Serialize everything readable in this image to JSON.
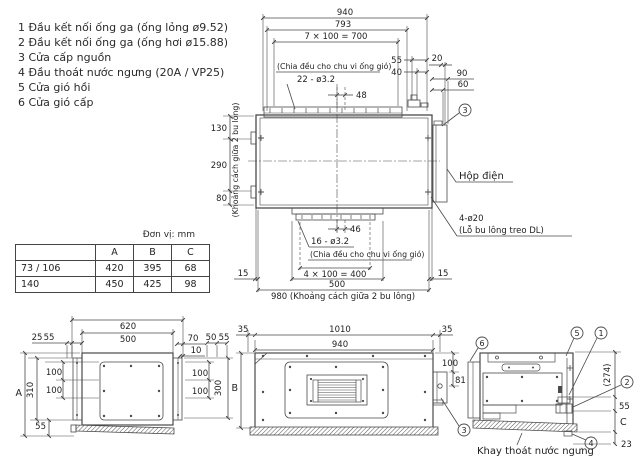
{
  "colors": {
    "line": "#4a4a4a",
    "text": "#222222",
    "background": "#ffffff"
  },
  "legend": {
    "items": [
      "1 Đầu kết nối ống ga (ống lỏng ø9.52)",
      "2 Đầu kết nối ống ga (ống hơi ø15.88)",
      "3 Cửa cấp nguồn",
      "4 Đầu thoát nước ngưng (20A / VP25)",
      "5 Cửa gió hồi",
      "6 Cửa gió cấp"
    ]
  },
  "table": {
    "unit_note": "Đơn vị: mm",
    "col_headers": [
      "A",
      "B",
      "C"
    ],
    "rows": [
      {
        "label": "73 / 106",
        "A": "420",
        "B": "395",
        "C": "68"
      },
      {
        "label": "140",
        "A": "450",
        "B": "425",
        "C": "98"
      }
    ]
  },
  "top_view": {
    "dim_940": "940",
    "dim_793": "793",
    "dim_700": "7 × 100 = 700",
    "note_duct_top_1": "(Chia đều cho chu vi ống gió)",
    "note_duct_top_2": "22 - ø3.2",
    "dim_55": "55",
    "dim_40": "40",
    "dim_20": "20",
    "dim_90": "90",
    "dim_60": "60",
    "dim_48": "48",
    "dim_130": "130",
    "dim_290": "290",
    "dim_80": "80",
    "note_bolt_span_vertical": "(Khoảng cách giữa 2 bu lông)",
    "callout_3": "3",
    "label_electric_box": "Hộp điện",
    "label_hanger_1": "4-ø20",
    "label_hanger_2": "(Lỗ bu lông treo DL)",
    "dim_46": "46",
    "note_duct_bottom_1": "16 - ø3.2",
    "note_duct_bottom_2": "(Chia đều cho chu vi ống gió)",
    "dim_400": "4 × 100 = 400",
    "dim_500": "500",
    "dim_15_left": "15",
    "dim_15_right": "15",
    "dim_980": "980 (Khoảng cách giữa 2 bu lông)"
  },
  "left_view": {
    "dim_620": "620",
    "dim_500": "500",
    "dim_25": "25",
    "dim_55_top": "55",
    "dim_70": "70",
    "dim_10": "10",
    "dim_50": "50",
    "dim_55_right": "55",
    "label_A": "A",
    "dim_310": "310",
    "dim_100_t": "100",
    "dim_100_b": "100",
    "dim_55_bottom": "55",
    "dim_100_r1": "100",
    "dim_100_r2": "100",
    "dim_300": "300"
  },
  "front_view": {
    "dim_35_left": "35",
    "dim_1010": "1010",
    "dim_940": "940",
    "dim_35_right": "35",
    "label_B": "B",
    "dim_100": "100",
    "dim_81": "81",
    "callout_3": "3"
  },
  "side_view": {
    "callout_6": "6",
    "callout_5": "5",
    "callout_1": "1",
    "callout_2": "2",
    "callout_4": "4",
    "dim_274": "(274)",
    "dim_55": "55",
    "label_C": "C",
    "dim_23": "23",
    "caption_drain": "Khay thoát nước ngưng"
  }
}
